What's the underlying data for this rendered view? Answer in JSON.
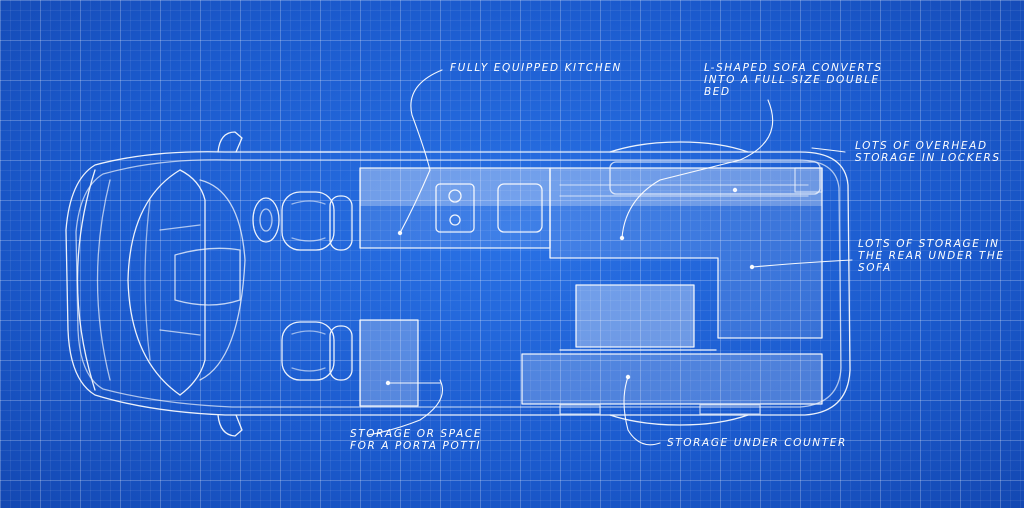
{
  "annotations": {
    "kitchen": "Fully equipped kitchen",
    "sofa": "L-shaped sofa converts\ninto a full size double\nbed",
    "overhead": "Lots of overhead\nstorage in lockers",
    "rear": "Lots of storage in\nthe rear under the\nsofa",
    "potti": "Storage or space\nfor a porta potti",
    "counter": "Storage under counter"
  },
  "colors": {
    "background": "#1d60d4",
    "line": "#ffffff",
    "fill": "#ffffff"
  }
}
